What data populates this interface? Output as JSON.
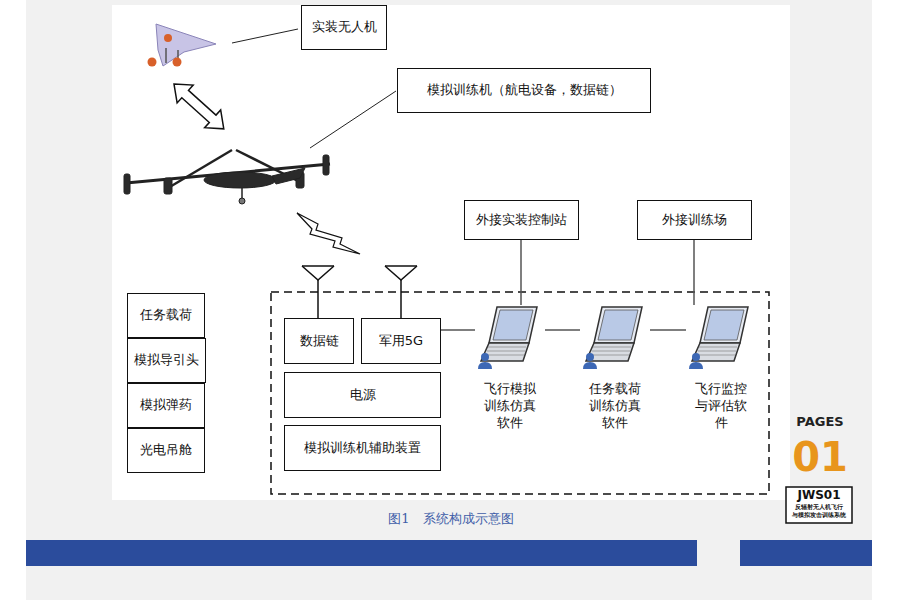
{
  "diagram": {
    "caption": "图1　系统构成示意图",
    "nodes": [
      {
        "text": [
          "实装无人机"
        ]
      },
      {
        "text": [
          "模拟训练机（航电设备，数据链）"
        ]
      },
      {
        "text": [
          "外接实装控制站"
        ]
      },
      {
        "text": [
          "外接训练场"
        ]
      },
      {
        "text": [
          "任务载荷"
        ]
      },
      {
        "text": [
          "模拟导引头"
        ]
      },
      {
        "text": [
          "模拟弹药"
        ]
      },
      {
        "text": [
          "光电吊舱"
        ]
      },
      {
        "text": [
          "数据链"
        ]
      },
      {
        "text": [
          "军用5G"
        ]
      },
      {
        "text": [
          "电源"
        ]
      },
      {
        "text": [
          "模拟训练机辅助装置"
        ]
      },
      {
        "text": [
          "飞行模拟训练仿真软件"
        ]
      },
      {
        "text": [
          "任务载荷训练仿真软件"
        ]
      },
      {
        "text": [
          "飞行监控与评估软件"
        ]
      }
    ],
    "edges": [
      {
        "from": 9,
        "to": 12,
        "arrow": "none"
      },
      {
        "from": 12,
        "to": 13,
        "arrow": "none"
      },
      {
        "from": 13,
        "to": 14,
        "arrow": "none"
      },
      {
        "from": 2,
        "to": 12,
        "arrow": "none"
      },
      {
        "from": 3,
        "to": 14,
        "arrow": "none"
      }
    ],
    "labels": [
      "PAGES",
      "01",
      "JWS01",
      "反辐射无人机飞行",
      "与模拟攻击训练系统"
    ]
  }
}
